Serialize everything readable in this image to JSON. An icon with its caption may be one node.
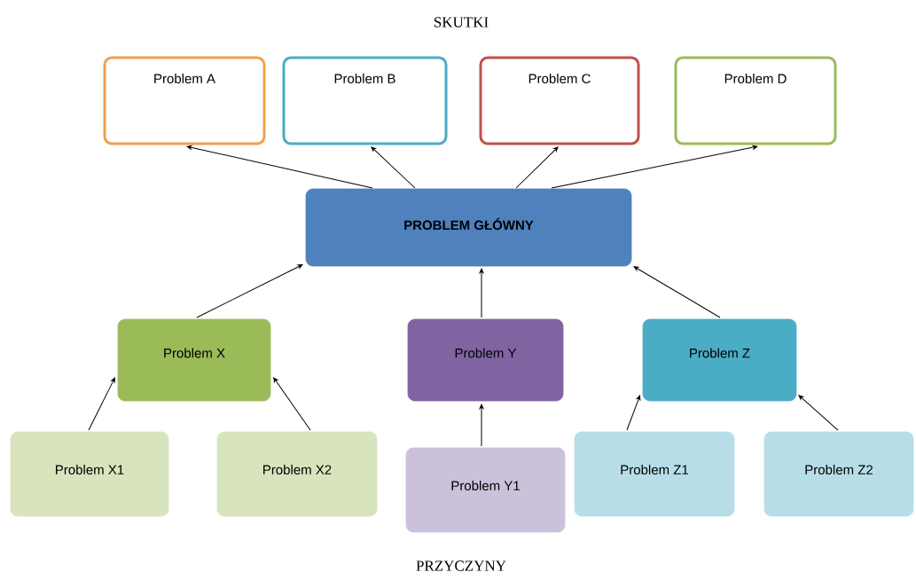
{
  "diagram": {
    "nodes": [
      {
        "text": [
          "Problem A"
        ]
      },
      {
        "text": [
          "Problem B"
        ]
      },
      {
        "text": [
          "Problem C"
        ]
      },
      {
        "text": [
          "Problem D"
        ]
      },
      {
        "text": [
          "PROBLEM GŁÓWNY"
        ]
      },
      {
        "text": [
          "Problem X"
        ]
      },
      {
        "text": [
          "Problem Y"
        ]
      },
      {
        "text": [
          "Problem Z"
        ]
      },
      {
        "text": [
          "Problem X1"
        ]
      },
      {
        "text": [
          "Problem X2"
        ]
      },
      {
        "text": [
          "Problem Y1"
        ]
      },
      {
        "text": [
          "Problem Z1"
        ]
      },
      {
        "text": [
          "Problem Z2"
        ]
      }
    ],
    "edges": [
      {
        "from": 4,
        "to": 0,
        "arrow": "to"
      },
      {
        "from": 4,
        "to": 1,
        "arrow": "to"
      },
      {
        "from": 4,
        "to": 2,
        "arrow": "to"
      },
      {
        "from": 4,
        "to": 3,
        "arrow": "to"
      },
      {
        "from": 5,
        "to": 4,
        "arrow": "to"
      },
      {
        "from": 6,
        "to": 4,
        "arrow": "to"
      },
      {
        "from": 7,
        "to": 4,
        "arrow": "to"
      },
      {
        "from": 8,
        "to": 5,
        "arrow": "to"
      },
      {
        "from": 9,
        "to": 5,
        "arrow": "to"
      },
      {
        "from": 10,
        "to": 6,
        "arrow": "to"
      },
      {
        "from": 11,
        "to": 7,
        "arrow": "to"
      },
      {
        "from": 12,
        "to": 7,
        "arrow": "to"
      }
    ],
    "labels": [
      "SKUTKI",
      "PRZYCZYNY"
    ]
  }
}
